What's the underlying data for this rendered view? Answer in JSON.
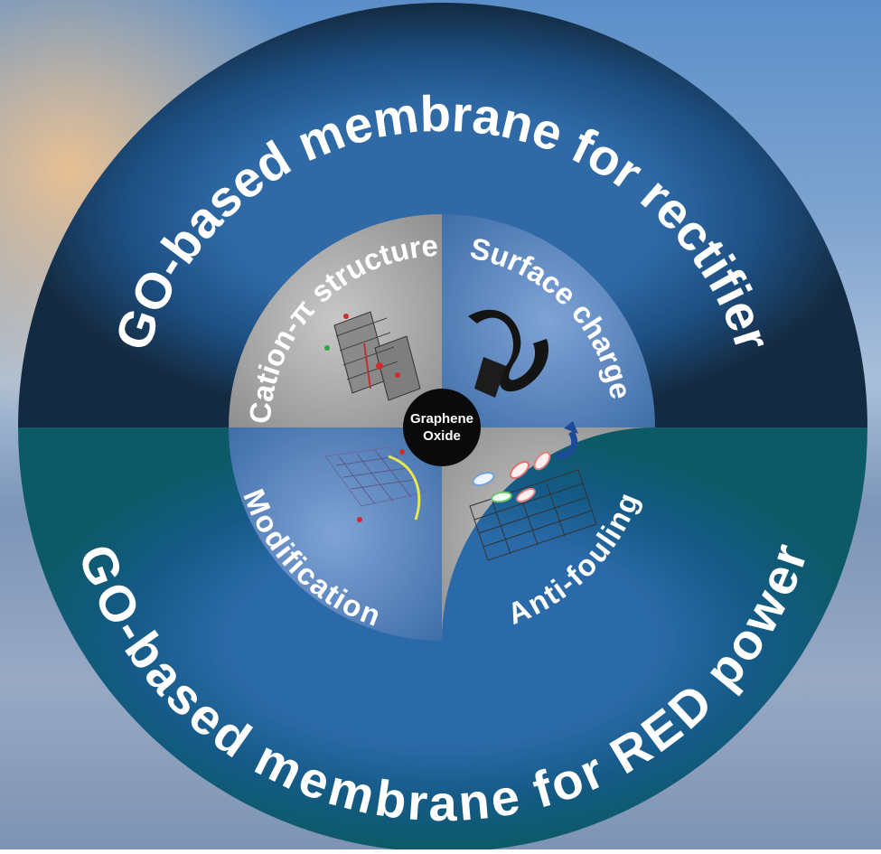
{
  "ring": {
    "top_label": "GO-based membrane for rectifier",
    "bottom_label": "GO-based membrane for RED power"
  },
  "center": {
    "line1": "Graphene",
    "line2": "Oxide"
  },
  "quadrants": {
    "top_left": "Cation-π structure",
    "top_right": "Surface charge",
    "bottom_left": "Modification",
    "bottom_right": "Anti-fouling"
  },
  "colors": {
    "ring_top": "#1d3446",
    "ring_bottom": "#0e5a67",
    "quadrant_gray": "#9a9a9a",
    "quadrant_blue": "#5b86bd",
    "center": "#0a0a0a"
  }
}
